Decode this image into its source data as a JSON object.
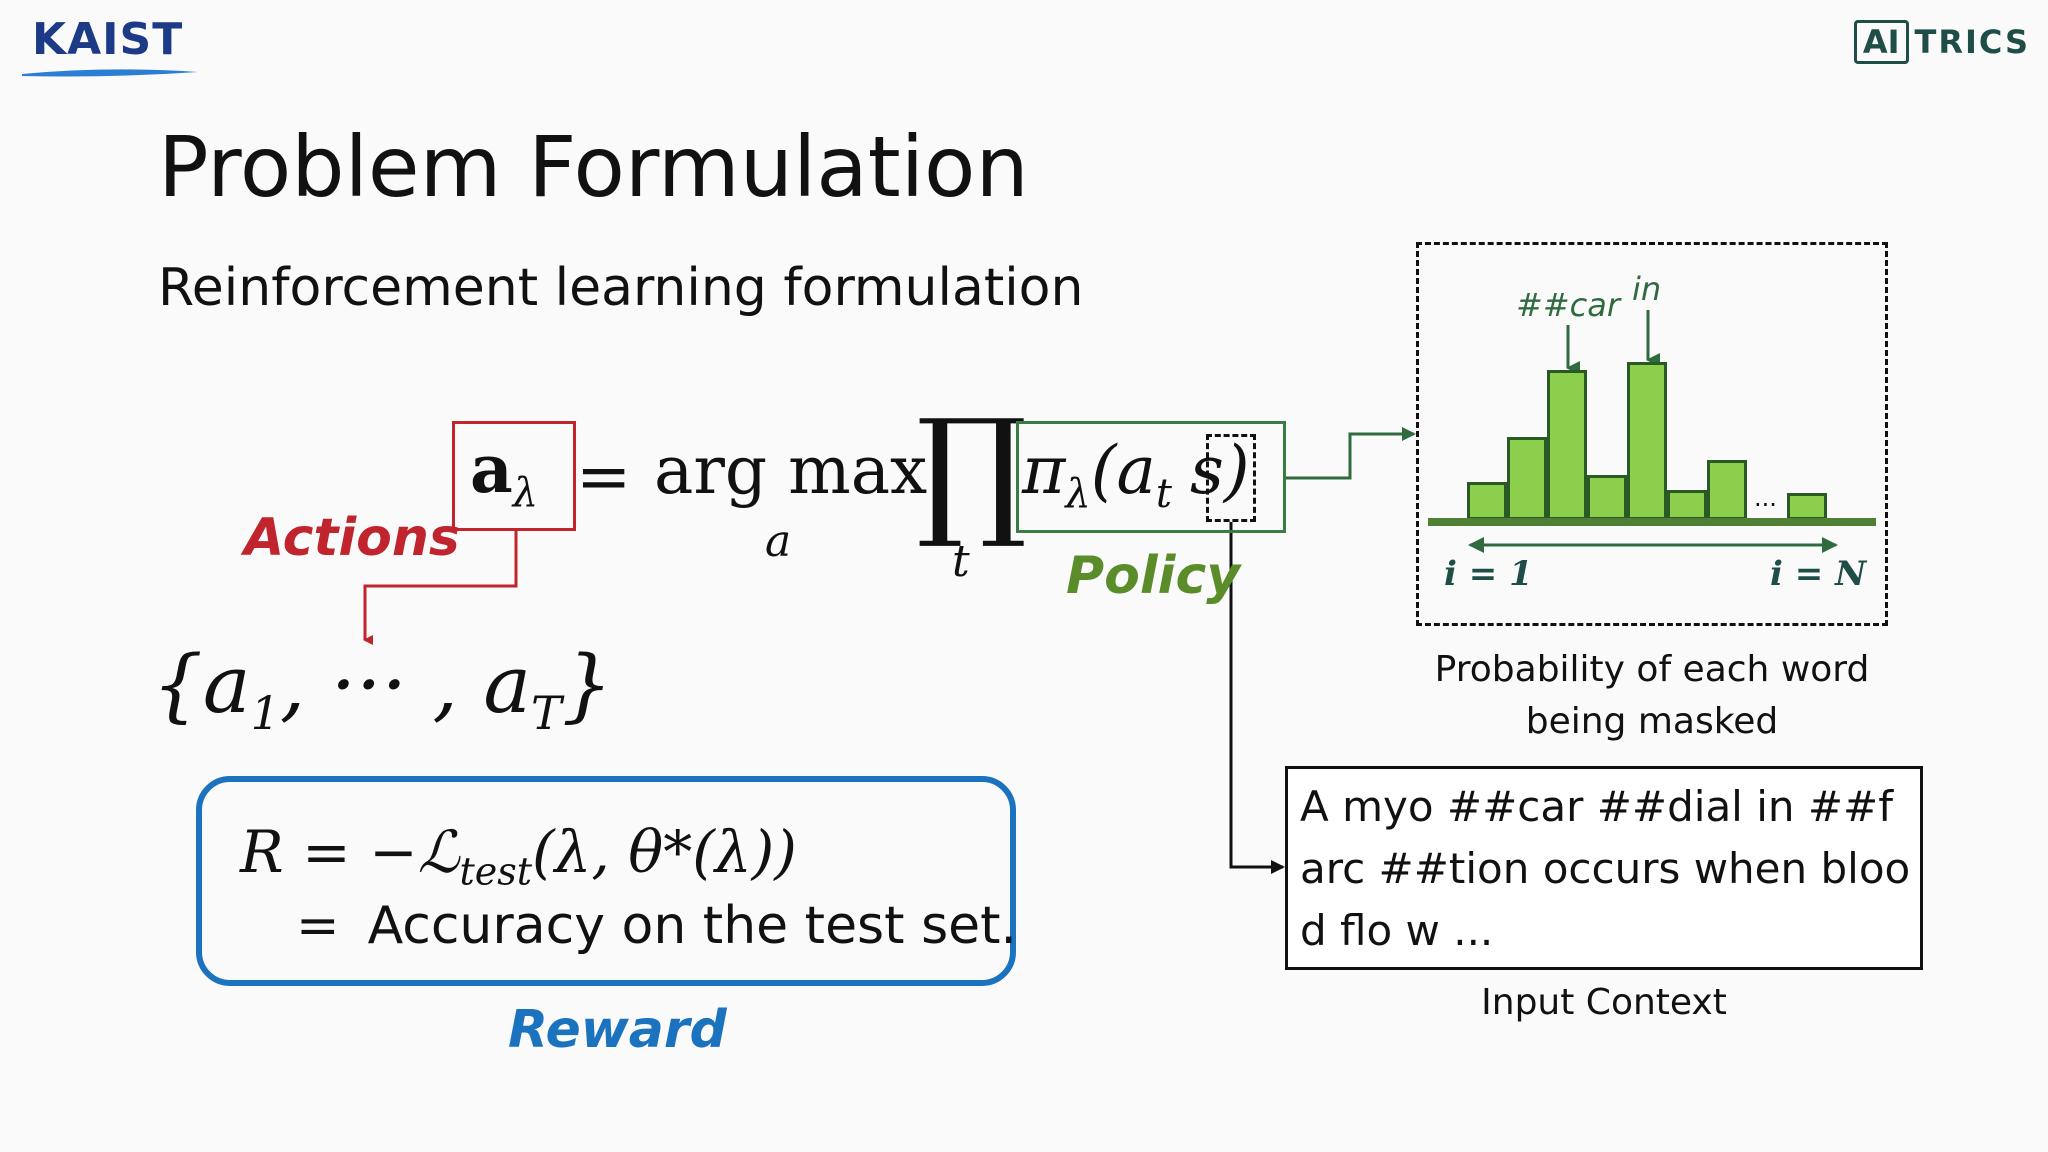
{
  "logos": {
    "kaist": "KAIST",
    "aitrics_box": "AI",
    "aitrics_rest": "TRICS"
  },
  "title": "Problem Formulation",
  "subtitle": "Reinforcement learning formulation",
  "equation": {
    "lhs": "a",
    "lhs_sub": "λ",
    "equals": "=",
    "argmax": "arg max",
    "argmax_sub": "a",
    "product": "∏",
    "product_sub": "t",
    "policy_pi": "π",
    "policy_sub": "λ",
    "policy_a": "(a",
    "policy_t": "t",
    "policy_s": "s",
    "policy_close": ")"
  },
  "labels": {
    "actions": "Actions",
    "policy": "Policy",
    "reward": "Reward"
  },
  "action_set": {
    "open": "{a",
    "sub1": "1",
    "mid": ", ··· , a",
    "subT": "T",
    "close": "}"
  },
  "reward": {
    "line1_pre": "R = −ℒ",
    "line1_sub": "test",
    "line1_post": "(λ, θ*(λ))",
    "line2_eq": "=",
    "line2_text": "Accuracy on the test set."
  },
  "histogram": {
    "label_car": "##car",
    "label_in": "in",
    "dots": "...",
    "i_start": "i = 1",
    "i_end": "i = N",
    "values": [
      0.25,
      0.55,
      1.0,
      0.3,
      1.05,
      0.2,
      0.4,
      0.18
    ],
    "caption_line1": "Probability of each word",
    "caption_line2": "being masked",
    "colors": {
      "bar": "#8ccf4c",
      "bar_border": "#2a5a24",
      "accent": "#2f6b3f"
    }
  },
  "context": {
    "text": "A myo ##car ##dial in ##farc ##tion occurs when blood flo w ...",
    "caption": "Input Context"
  },
  "colors": {
    "actions": "#c0242c",
    "policy": "#5b8c2a",
    "reward": "#1b72be",
    "policy_box": "#3a7d44"
  }
}
